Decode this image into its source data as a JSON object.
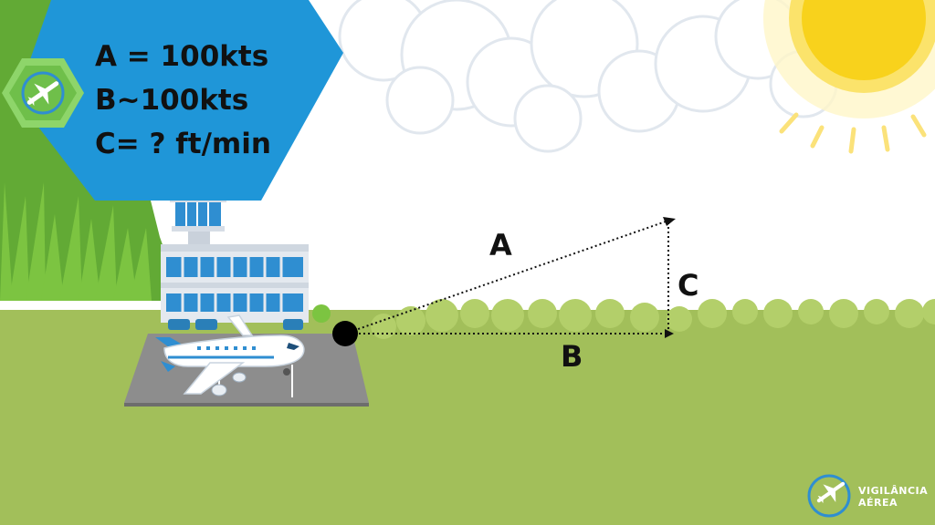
{
  "equations": {
    "a": "A = 100kts",
    "b": "B~100kts",
    "c": "C= ? ft/min"
  },
  "diagram": {
    "label_a": "A",
    "label_b": "B",
    "label_c": "C"
  },
  "brand": {
    "line1": "VIGILÂNCIA",
    "line2": "AÉREA"
  },
  "icons": {
    "badge": "airplane-icon",
    "brand_logo": "airplane-logo-icon"
  },
  "colors": {
    "panel_blue": "#1f96d8",
    "grass": "#a2bf5a",
    "bush": "#b3cf6a",
    "hill": "#62aa35",
    "sun": "#f8d21c",
    "badge_green": "#8ed56a"
  }
}
